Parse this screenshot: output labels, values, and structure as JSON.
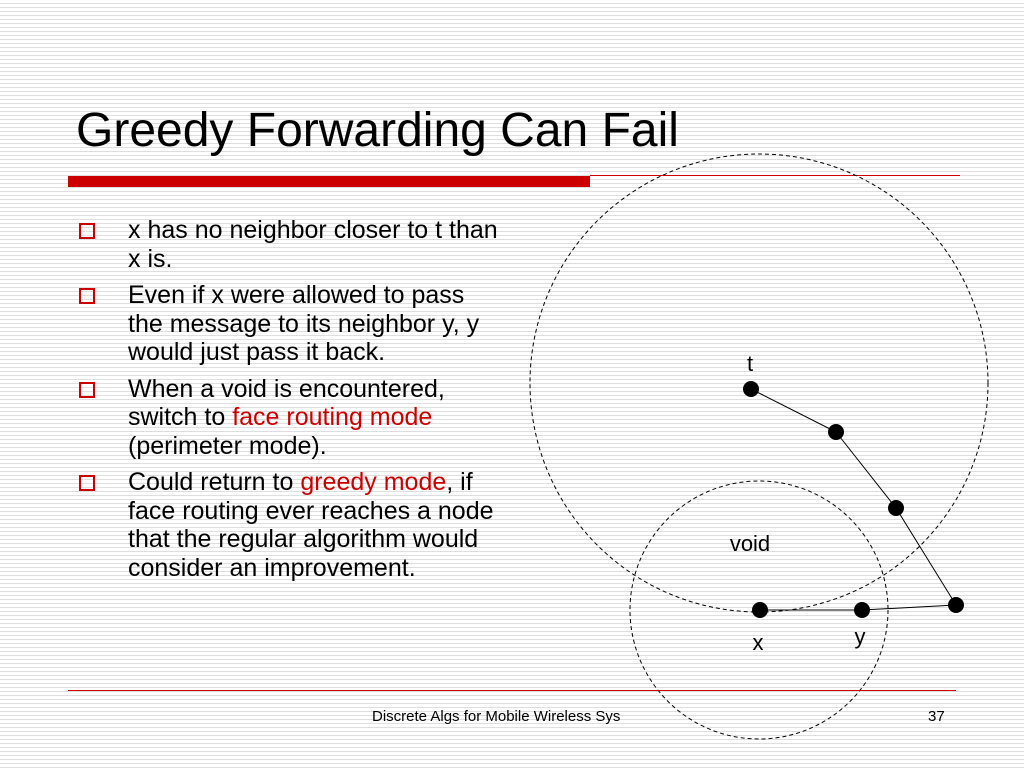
{
  "slide": {
    "title": "Greedy Forwarding Can Fail",
    "accent_color": "#cc0000",
    "bullet_marker_icon": "hollow-square-bullet-icon"
  },
  "bullets": [
    {
      "parts": [
        {
          "text": "x has no neighbor closer to t than x is.",
          "highlight": false
        }
      ]
    },
    {
      "parts": [
        {
          "text": "Even if x were allowed to pass the message to its neighbor y, y would just pass it back.",
          "highlight": false
        }
      ]
    },
    {
      "parts": [
        {
          "text": "When a void is encountered, switch to ",
          "highlight": false
        },
        {
          "text": "face routing mode",
          "highlight": true
        },
        {
          "text": " (perimeter mode).",
          "highlight": false
        }
      ]
    },
    {
      "parts": [
        {
          "text": "Could return to ",
          "highlight": false
        },
        {
          "text": "greedy mode",
          "highlight": true
        },
        {
          "text": ", if face routing ever reaches a node that the regular algorithm would consider an improvement.",
          "highlight": false
        }
      ]
    }
  ],
  "diagram": {
    "labels": {
      "t": "t",
      "x": "x",
      "y": "y",
      "void": "void"
    }
  },
  "footer": {
    "text": "Discrete Algs for Mobile Wireless Sys",
    "page_number": "37"
  }
}
